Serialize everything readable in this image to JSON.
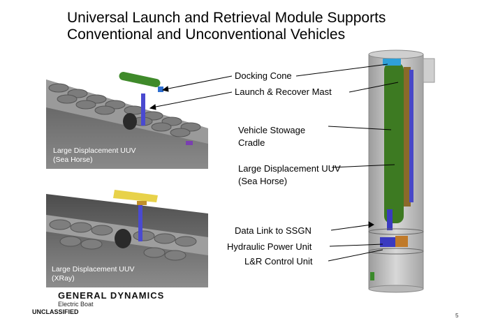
{
  "slide": {
    "title_line1": "Universal Launch and Retrieval Module Supports",
    "title_line2": "Conventional and Unconventional Vehicles",
    "panel_top_caption_line1": "Large Displacement UUV",
    "panel_top_caption_line2": "(Sea Horse)",
    "panel_bottom_caption_line1": "Large Displacement UUV",
    "panel_bottom_caption_line2": "(XRay)",
    "labels": {
      "docking_cone": "Docking Cone",
      "launch_recover_mast": "Launch & Recover Mast",
      "vehicle_stowage_line1": "Vehicle Stowage",
      "vehicle_stowage_line2": "Cradle",
      "large_uuv_line1": "Large Displacement UUV",
      "large_uuv_line2": "(Sea Horse)",
      "data_link": "Data Link to SSGN",
      "hydraulic_power": "Hydraulic Power Unit",
      "lr_control": "L&R Control Unit"
    },
    "logo_text": "GENERAL DYNAMICS",
    "logo_subtext": "Electric Boat",
    "classification": "UNCLASSIFIED",
    "page_number": "5"
  }
}
